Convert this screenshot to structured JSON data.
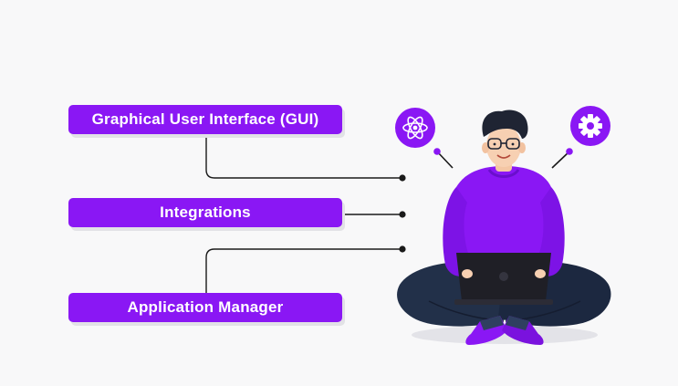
{
  "labels": {
    "gui": "Graphical User Interface (GUI)",
    "integrations": "Integrations",
    "app_manager": "Application Manager"
  },
  "icons": {
    "left_badge": "atom-icon",
    "right_badge": "gear-icon"
  },
  "colors": {
    "accent": "#8a17f4",
    "background": "#f8f8f9",
    "pants": "#223049",
    "laptop": "#1f1f26",
    "connector": "#1a1a1a"
  }
}
